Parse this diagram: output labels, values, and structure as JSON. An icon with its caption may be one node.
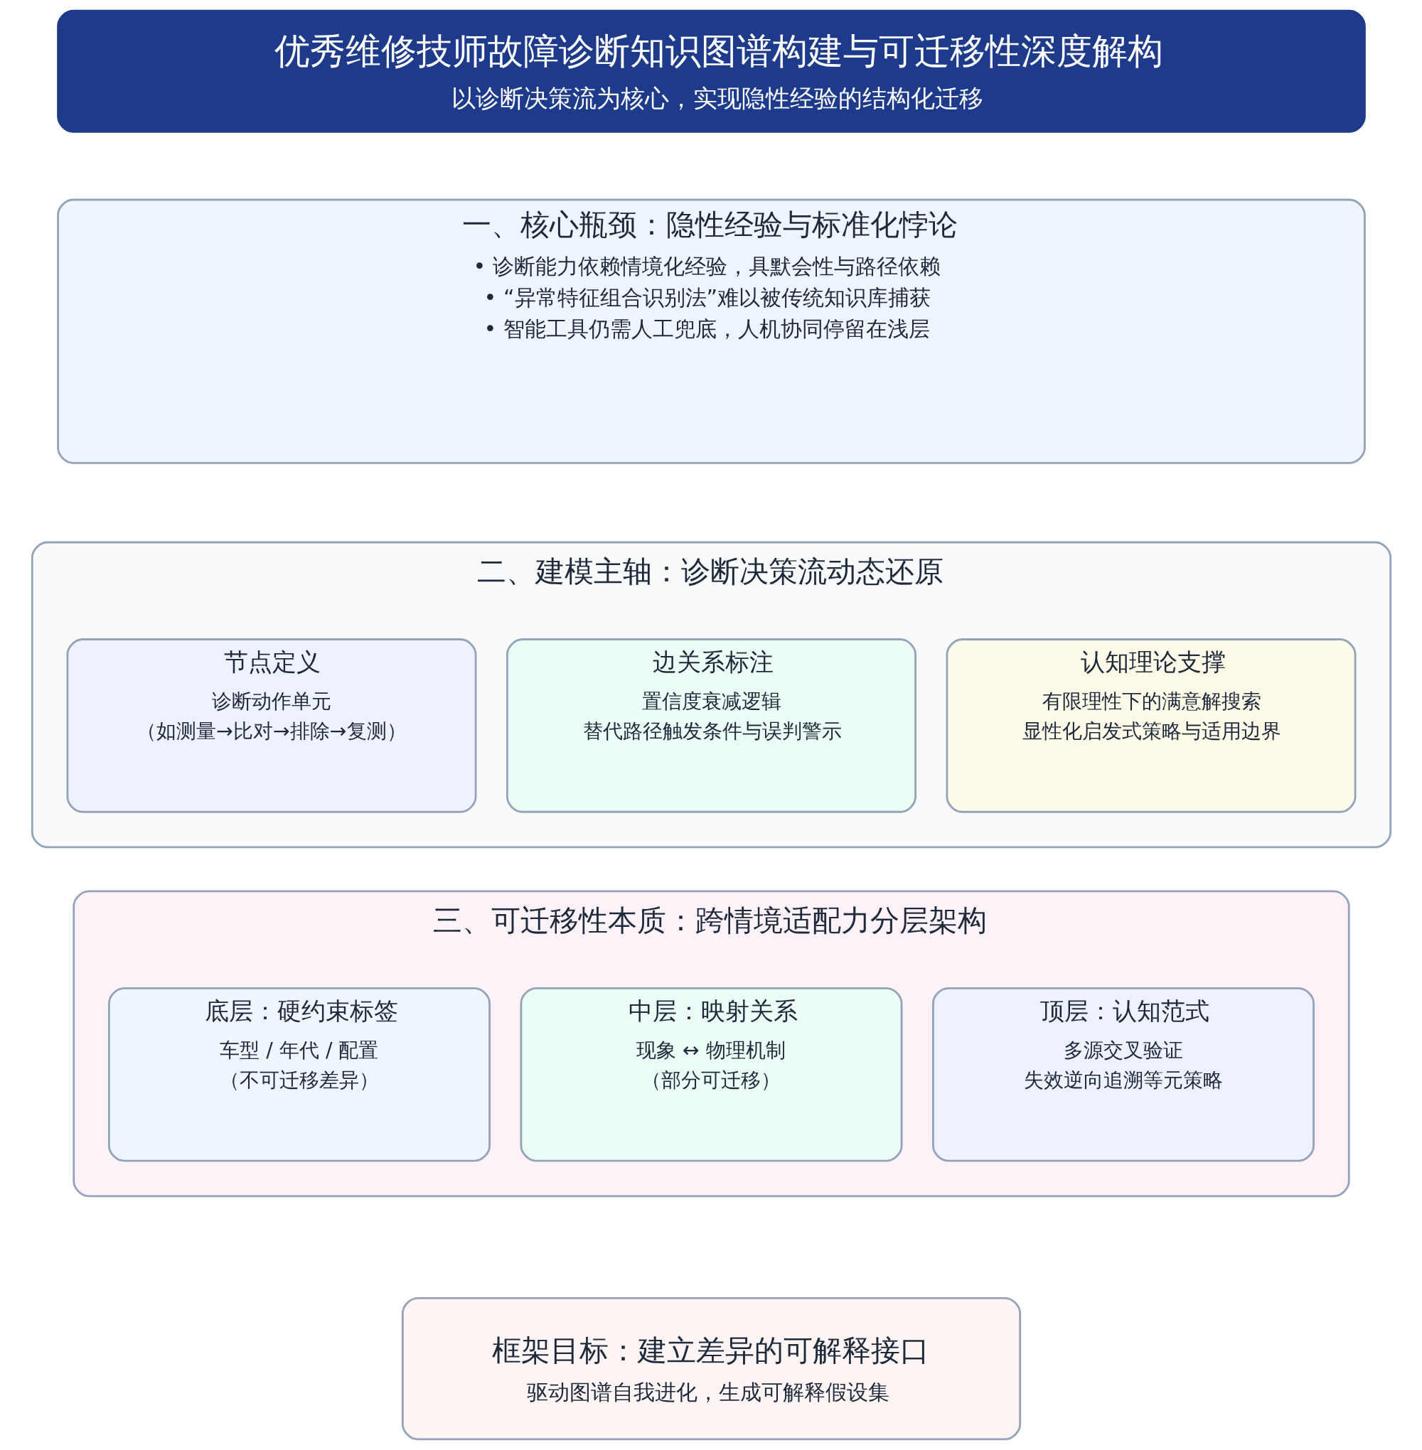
{
  "diagram": {
    "nodes": [
      {
        "text": [
          "优秀维修技师故障诊断知识图谱构建与可迁移性深度解构",
          "以诊断决策流为核心，实现隐性经验的结构化迁移"
        ]
      },
      {
        "text": [
          "一、核心瓶颈：隐性经验与标准化悖论",
          "• 诊断能力依赖情境化经验，具默会性与路径依赖",
          "• “异常特征组合识别法”难以被传统知识库捕获",
          "• 智能工具仍需人工兜底，人机协同停留在浅层"
        ]
      },
      {
        "text": [
          "二、建模主轴：诊断决策流动态还原"
        ]
      },
      {
        "text": [
          "节点定义",
          "诊断动作单元",
          "（如测量→比对→排除→复测）"
        ],
        "in": 2
      },
      {
        "text": [
          "边关系标注",
          "置信度衰减逻辑",
          "替代路径触发条件与误判警示"
        ],
        "in": 2
      },
      {
        "text": [
          "认知理论支撑",
          "有限理性下的满意解搜索",
          "显性化启发式策略与适用边界"
        ],
        "in": 2
      },
      {
        "text": [
          "三、可迁移性本质：跨情境适配力分层架构"
        ]
      },
      {
        "text": [
          "底层：硬约束标签",
          "车型 / 年代 / 配置",
          "（不可迁移差异）"
        ],
        "in": 6
      },
      {
        "text": [
          "中层：映射关系",
          "现象 ↔ 物理机制",
          "（部分可迁移）"
        ],
        "in": 6
      },
      {
        "text": [
          "顶层：认知范式",
          "多源交叉验证",
          "失效逆向追溯等元策略"
        ],
        "in": 6
      },
      {
        "text": [
          "框架目标：建立差异的可解释接口",
          "驱动图谱自我进化，生成可解释假设集"
        ]
      }
    ],
    "edges": []
  }
}
